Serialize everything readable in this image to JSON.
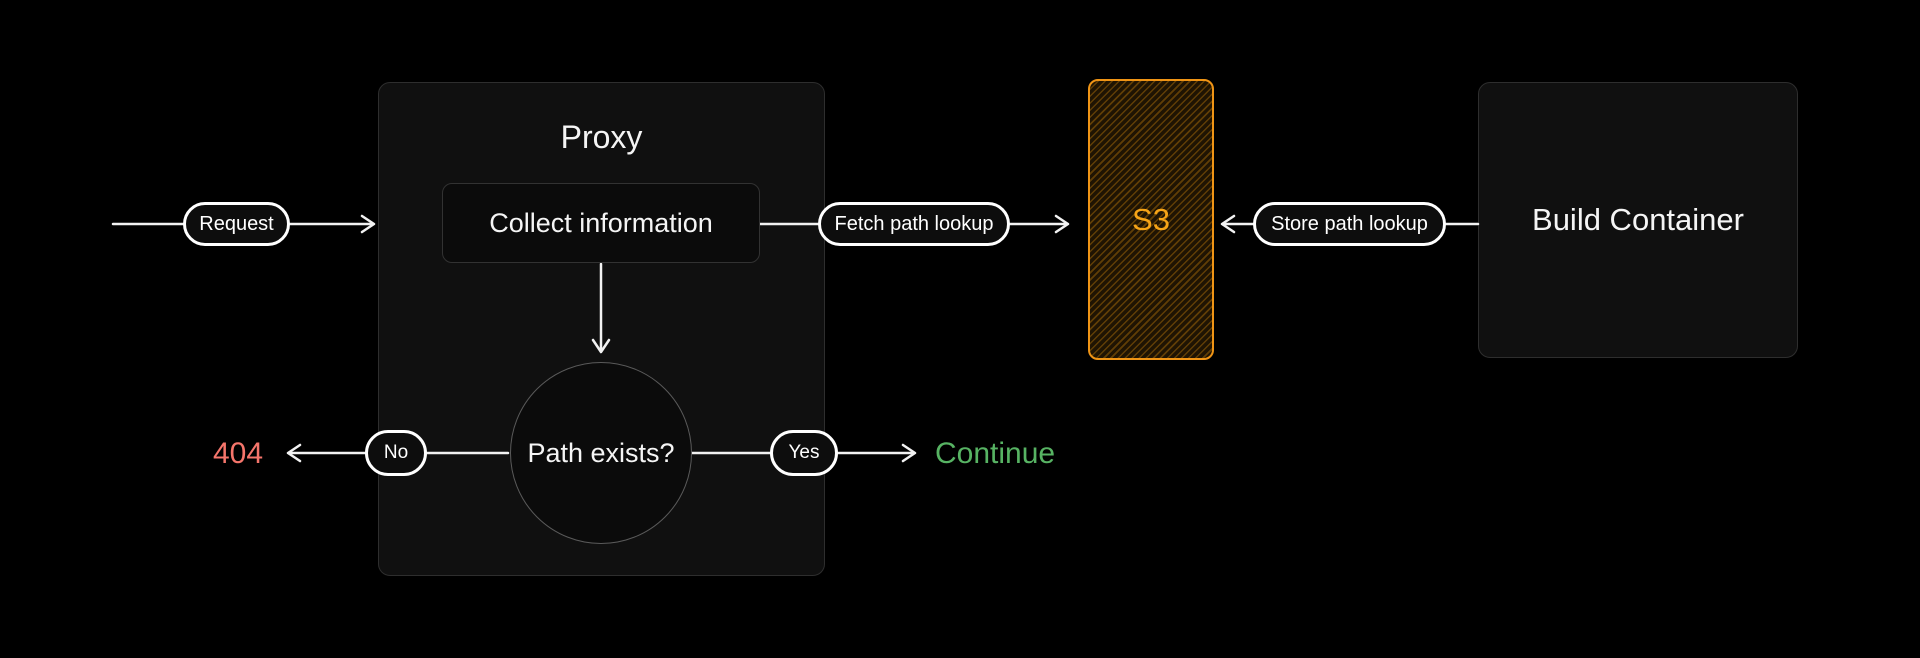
{
  "diagram": {
    "nodes": {
      "proxy": {
        "title": "Proxy"
      },
      "collect": {
        "label": "Collect information"
      },
      "decision": {
        "label": "Path exists?"
      },
      "s3": {
        "label": "S3"
      },
      "build_container": {
        "label": "Build Container"
      }
    },
    "edges": {
      "request": {
        "label": "Request"
      },
      "fetch": {
        "label": "Fetch path lookup"
      },
      "store": {
        "label": "Store path lookup"
      },
      "no": {
        "label": "No"
      },
      "yes": {
        "label": "Yes"
      }
    },
    "outcomes": {
      "not_found": {
        "label": "404",
        "color": "#f5756b"
      },
      "continue": {
        "label": "Continue",
        "color": "#57b363"
      }
    },
    "colors": {
      "background": "#000000",
      "node_fill": "#101010",
      "node_border": "#2e2e2e",
      "inner_node_fill": "#0b0b0b",
      "wire": "#f2f2f2",
      "pill_border": "#ffffff",
      "s3_accent": "#f59e0b",
      "s3_fill": "#1f1403"
    }
  }
}
